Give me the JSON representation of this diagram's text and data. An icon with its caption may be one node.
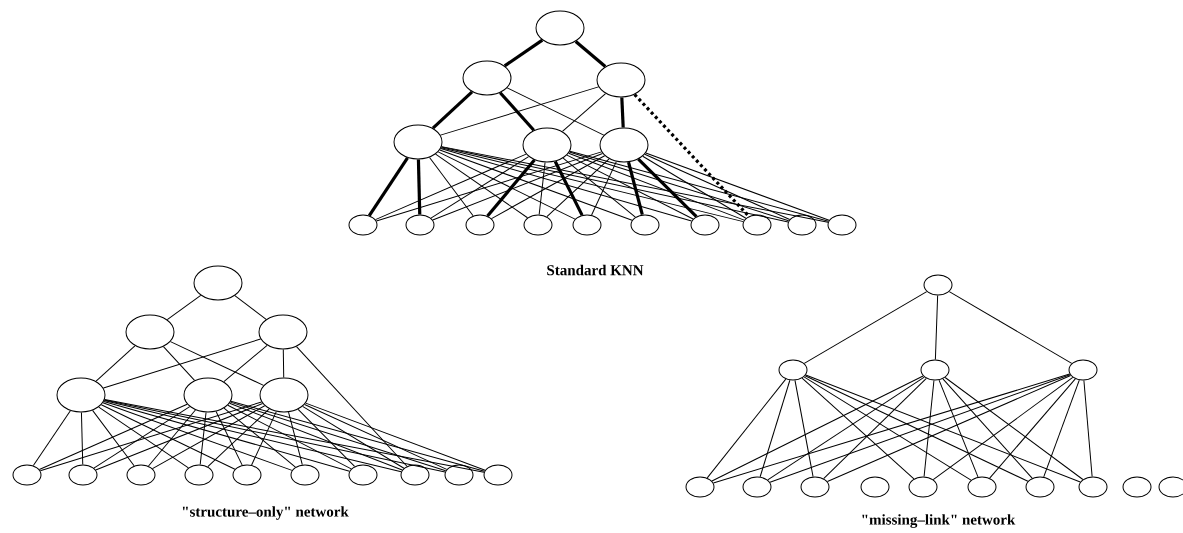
{
  "diagram": {
    "nodes": [
      {
        "text": [],
        "shape": "ellipse"
      },
      {
        "text": [],
        "shape": "ellipse"
      },
      {
        "text": [],
        "shape": "ellipse"
      },
      {
        "text": [],
        "shape": "ellipse"
      },
      {
        "text": [],
        "shape": "ellipse"
      },
      {
        "text": [],
        "shape": "ellipse"
      },
      {
        "text": [],
        "shape": "ellipse"
      },
      {
        "text": [],
        "shape": "ellipse"
      },
      {
        "text": [],
        "shape": "ellipse"
      },
      {
        "text": [],
        "shape": "ellipse"
      },
      {
        "text": [],
        "shape": "ellipse"
      },
      {
        "text": [],
        "shape": "ellipse"
      },
      {
        "text": [],
        "shape": "ellipse"
      },
      {
        "text": [],
        "shape": "ellipse"
      },
      {
        "text": [],
        "shape": "ellipse"
      },
      {
        "text": [],
        "shape": "ellipse"
      },
      {
        "text": [],
        "shape": "ellipse"
      },
      {
        "text": [],
        "shape": "ellipse"
      },
      {
        "text": [],
        "shape": "ellipse"
      },
      {
        "text": [],
        "shape": "ellipse"
      },
      {
        "text": [],
        "shape": "ellipse"
      },
      {
        "text": [],
        "shape": "ellipse"
      },
      {
        "text": [],
        "shape": "ellipse"
      },
      {
        "text": [],
        "shape": "ellipse"
      },
      {
        "text": [],
        "shape": "ellipse"
      },
      {
        "text": [],
        "shape": "ellipse"
      },
      {
        "text": [],
        "shape": "ellipse"
      },
      {
        "text": [],
        "shape": "ellipse"
      },
      {
        "text": [],
        "shape": "ellipse"
      },
      {
        "text": [],
        "shape": "ellipse"
      },
      {
        "text": [],
        "shape": "ellipse"
      },
      {
        "text": [],
        "shape": "ellipse"
      },
      {
        "text": [],
        "shape": "ellipse"
      },
      {
        "text": [],
        "shape": "ellipse"
      },
      {
        "text": [],
        "shape": "ellipse"
      },
      {
        "text": [],
        "shape": "ellipse"
      },
      {
        "text": [],
        "shape": "ellipse"
      },
      {
        "text": [],
        "shape": "ellipse"
      },
      {
        "text": [],
        "shape": "ellipse"
      },
      {
        "text": [],
        "shape": "ellipse"
      },
      {
        "text": [],
        "shape": "ellipse"
      },
      {
        "text": [],
        "shape": "ellipse"
      },
      {
        "text": [],
        "shape": "ellipse"
      },
      {
        "text": [],
        "shape": "ellipse"
      },
      {
        "text": [],
        "shape": "ellipse"
      },
      {
        "text": [],
        "shape": "ellipse"
      }
    ],
    "edges": [
      {
        "from": 0,
        "to": 1,
        "arrow": "none",
        "style": "thick"
      },
      {
        "from": 0,
        "to": 2,
        "arrow": "none",
        "style": "thick"
      },
      {
        "from": 1,
        "to": 3,
        "arrow": "none",
        "style": "thick"
      },
      {
        "from": 1,
        "to": 4,
        "arrow": "none",
        "style": "thick"
      },
      {
        "from": 1,
        "to": 5,
        "arrow": "none"
      },
      {
        "from": 2,
        "to": 3,
        "arrow": "none"
      },
      {
        "from": 2,
        "to": 4,
        "arrow": "none"
      },
      {
        "from": 2,
        "to": 5,
        "arrow": "none",
        "style": "thick"
      },
      {
        "from": 2,
        "to": 13,
        "arrow": "none",
        "style": "dashed"
      },
      {
        "from": 3,
        "to": 6,
        "arrow": "none",
        "style": "thick"
      },
      {
        "from": 3,
        "to": 7,
        "arrow": "none",
        "style": "thick"
      },
      {
        "from": 3,
        "to": 8,
        "arrow": "none"
      },
      {
        "from": 3,
        "to": 9,
        "arrow": "none"
      },
      {
        "from": 3,
        "to": 10,
        "arrow": "none"
      },
      {
        "from": 3,
        "to": 11,
        "arrow": "none"
      },
      {
        "from": 3,
        "to": 12,
        "arrow": "none"
      },
      {
        "from": 3,
        "to": 13,
        "arrow": "none"
      },
      {
        "from": 3,
        "to": 14,
        "arrow": "none"
      },
      {
        "from": 3,
        "to": 15,
        "arrow": "none"
      },
      {
        "from": 4,
        "to": 6,
        "arrow": "none"
      },
      {
        "from": 4,
        "to": 7,
        "arrow": "none"
      },
      {
        "from": 4,
        "to": 8,
        "arrow": "none",
        "style": "thick"
      },
      {
        "from": 4,
        "to": 9,
        "arrow": "none"
      },
      {
        "from": 4,
        "to": 10,
        "arrow": "none",
        "style": "thick"
      },
      {
        "from": 4,
        "to": 11,
        "arrow": "none"
      },
      {
        "from": 4,
        "to": 12,
        "arrow": "none"
      },
      {
        "from": 4,
        "to": 13,
        "arrow": "none"
      },
      {
        "from": 4,
        "to": 14,
        "arrow": "none"
      },
      {
        "from": 4,
        "to": 15,
        "arrow": "none"
      },
      {
        "from": 5,
        "to": 6,
        "arrow": "none"
      },
      {
        "from": 5,
        "to": 7,
        "arrow": "none"
      },
      {
        "from": 5,
        "to": 8,
        "arrow": "none"
      },
      {
        "from": 5,
        "to": 9,
        "arrow": "none"
      },
      {
        "from": 5,
        "to": 10,
        "arrow": "none"
      },
      {
        "from": 5,
        "to": 11,
        "arrow": "none",
        "style": "thick"
      },
      {
        "from": 5,
        "to": 12,
        "arrow": "none",
        "style": "thick"
      },
      {
        "from": 5,
        "to": 13,
        "arrow": "none"
      },
      {
        "from": 5,
        "to": 14,
        "arrow": "none"
      },
      {
        "from": 5,
        "to": 15,
        "arrow": "none"
      },
      {
        "from": 16,
        "to": 17,
        "arrow": "none"
      },
      {
        "from": 16,
        "to": 18,
        "arrow": "none"
      },
      {
        "from": 17,
        "to": 19,
        "arrow": "none"
      },
      {
        "from": 17,
        "to": 20,
        "arrow": "none"
      },
      {
        "from": 17,
        "to": 21,
        "arrow": "none"
      },
      {
        "from": 18,
        "to": 19,
        "arrow": "none"
      },
      {
        "from": 18,
        "to": 20,
        "arrow": "none"
      },
      {
        "from": 18,
        "to": 21,
        "arrow": "none"
      },
      {
        "from": 18,
        "to": 29,
        "arrow": "none"
      },
      {
        "from": 19,
        "to": 22,
        "arrow": "none"
      },
      {
        "from": 19,
        "to": 23,
        "arrow": "none"
      },
      {
        "from": 19,
        "to": 24,
        "arrow": "none"
      },
      {
        "from": 19,
        "to": 25,
        "arrow": "none"
      },
      {
        "from": 19,
        "to": 26,
        "arrow": "none"
      },
      {
        "from": 19,
        "to": 27,
        "arrow": "none"
      },
      {
        "from": 19,
        "to": 28,
        "arrow": "none"
      },
      {
        "from": 19,
        "to": 29,
        "arrow": "none"
      },
      {
        "from": 19,
        "to": 30,
        "arrow": "none"
      },
      {
        "from": 19,
        "to": 31,
        "arrow": "none"
      },
      {
        "from": 20,
        "to": 22,
        "arrow": "none"
      },
      {
        "from": 20,
        "to": 23,
        "arrow": "none"
      },
      {
        "from": 20,
        "to": 24,
        "arrow": "none"
      },
      {
        "from": 20,
        "to": 25,
        "arrow": "none"
      },
      {
        "from": 20,
        "to": 26,
        "arrow": "none"
      },
      {
        "from": 20,
        "to": 27,
        "arrow": "none"
      },
      {
        "from": 20,
        "to": 28,
        "arrow": "none"
      },
      {
        "from": 20,
        "to": 29,
        "arrow": "none"
      },
      {
        "from": 20,
        "to": 30,
        "arrow": "none"
      },
      {
        "from": 20,
        "to": 31,
        "arrow": "none"
      },
      {
        "from": 21,
        "to": 22,
        "arrow": "none"
      },
      {
        "from": 21,
        "to": 23,
        "arrow": "none"
      },
      {
        "from": 21,
        "to": 24,
        "arrow": "none"
      },
      {
        "from": 21,
        "to": 25,
        "arrow": "none"
      },
      {
        "from": 21,
        "to": 26,
        "arrow": "none"
      },
      {
        "from": 21,
        "to": 27,
        "arrow": "none"
      },
      {
        "from": 21,
        "to": 28,
        "arrow": "none"
      },
      {
        "from": 21,
        "to": 29,
        "arrow": "none"
      },
      {
        "from": 21,
        "to": 30,
        "arrow": "none"
      },
      {
        "from": 21,
        "to": 31,
        "arrow": "none"
      },
      {
        "from": 32,
        "to": 33,
        "arrow": "none"
      },
      {
        "from": 32,
        "to": 34,
        "arrow": "none"
      },
      {
        "from": 32,
        "to": 35,
        "arrow": "none"
      },
      {
        "from": 33,
        "to": 36,
        "arrow": "none"
      },
      {
        "from": 33,
        "to": 37,
        "arrow": "none"
      },
      {
        "from": 33,
        "to": 38,
        "arrow": "none"
      },
      {
        "from": 33,
        "to": 40,
        "arrow": "none"
      },
      {
        "from": 33,
        "to": 41,
        "arrow": "none"
      },
      {
        "from": 33,
        "to": 42,
        "arrow": "none"
      },
      {
        "from": 33,
        "to": 43,
        "arrow": "none"
      },
      {
        "from": 34,
        "to": 36,
        "arrow": "none"
      },
      {
        "from": 34,
        "to": 37,
        "arrow": "none"
      },
      {
        "from": 34,
        "to": 38,
        "arrow": "none"
      },
      {
        "from": 34,
        "to": 40,
        "arrow": "none"
      },
      {
        "from": 34,
        "to": 41,
        "arrow": "none"
      },
      {
        "from": 34,
        "to": 42,
        "arrow": "none"
      },
      {
        "from": 34,
        "to": 43,
        "arrow": "none"
      },
      {
        "from": 35,
        "to": 36,
        "arrow": "none"
      },
      {
        "from": 35,
        "to": 37,
        "arrow": "none"
      },
      {
        "from": 35,
        "to": 38,
        "arrow": "none"
      },
      {
        "from": 35,
        "to": 40,
        "arrow": "none"
      },
      {
        "from": 35,
        "to": 41,
        "arrow": "none"
      },
      {
        "from": 35,
        "to": 42,
        "arrow": "none"
      },
      {
        "from": 35,
        "to": 43,
        "arrow": "none"
      }
    ],
    "labels": [
      "Standard KNN",
      "\"structure–only\" network",
      "\"missing–link\" network"
    ]
  }
}
